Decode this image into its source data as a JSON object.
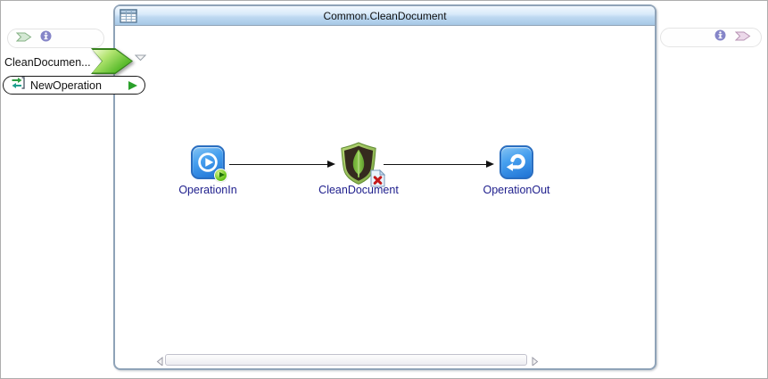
{
  "window": {
    "title": "Common.CleanDocument",
    "icon": "table-grid-icon"
  },
  "left_panel": {
    "toolbar": {
      "icons": [
        "flow-arrow-icon",
        "info-icon"
      ]
    },
    "operation_name": "CleanDocumen...",
    "new_operation": {
      "label": "NewOperation",
      "left_icon": "sync-operation-icon",
      "right_icon": "run-play-icon"
    }
  },
  "right_panel": {
    "toolbar": {
      "icons": [
        "info-icon",
        "flow-arrow-icon"
      ]
    }
  },
  "canvas": {
    "nodes": [
      {
        "label": "OperationIn",
        "icon": "play-circle-icon",
        "badge": "green-run-badge"
      },
      {
        "label": "CleanDocument",
        "icon": "mongodb-leaf-icon",
        "badge": "error-document-badge"
      },
      {
        "label": "OperationOut",
        "icon": "return-arrow-icon",
        "badge": null
      }
    ],
    "connector_count": 2,
    "scrollbar": "horizontal"
  },
  "colors": {
    "titlebar_top": "#f2f8fd",
    "titlebar_bottom": "#a6c8e6",
    "window_border": "#8fa3b8",
    "node_label": "#1d1d8c",
    "node_icon_blue": "#1e72d4",
    "mongo_green": "#7ab93d",
    "error_red": "#c41919",
    "accent_green": "#5dbd2e"
  }
}
